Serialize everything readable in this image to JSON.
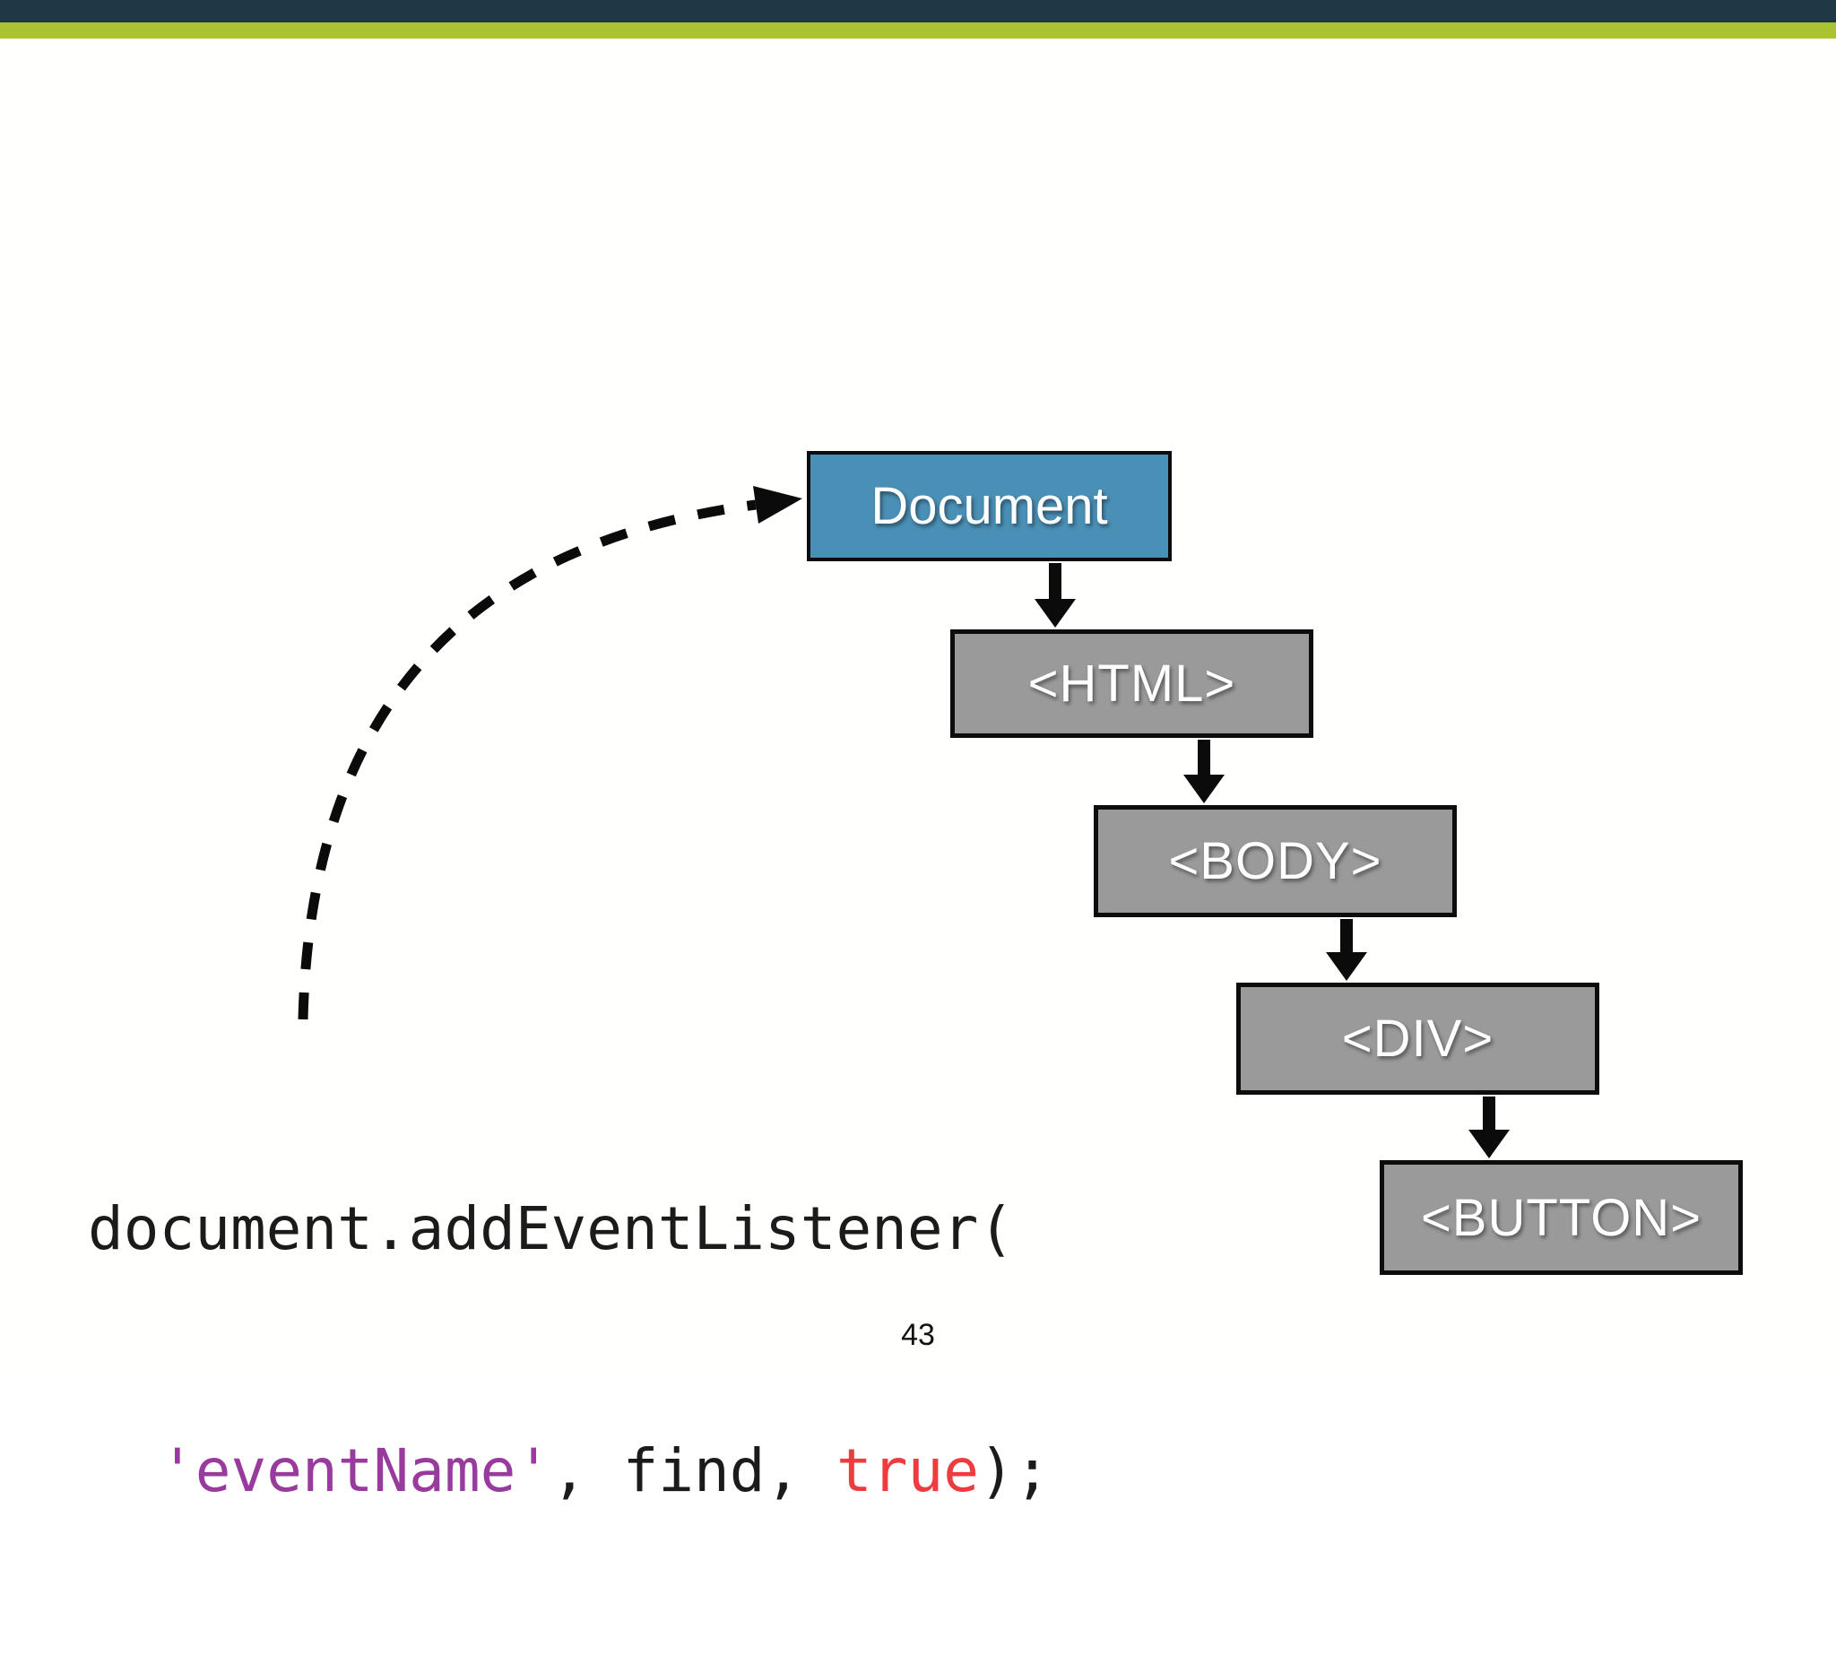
{
  "slide": {
    "page_number": "43",
    "colors": {
      "header_navy": "#1e3845",
      "header_green": "#abc32e",
      "doc_blue": "#4a8fb5",
      "node_gray": "#9a9a9a",
      "code_black": "#1b1b1b",
      "code_purple": "#993a9e",
      "code_red": "#ee3b40"
    }
  },
  "code": {
    "line1": "document.addEventListener(",
    "tokens": {
      "event_name": "'eventName'",
      "middle": ", find, ",
      "capture_flag": "true",
      "close": ");"
    }
  },
  "diagram": {
    "nodes": [
      {
        "id": "document",
        "label": "Document"
      },
      {
        "id": "html",
        "label": "<HTML>"
      },
      {
        "id": "body",
        "label": "<BODY>"
      },
      {
        "id": "div",
        "label": "<DIV>"
      },
      {
        "id": "button",
        "label": "<BUTTON>"
      }
    ]
  }
}
